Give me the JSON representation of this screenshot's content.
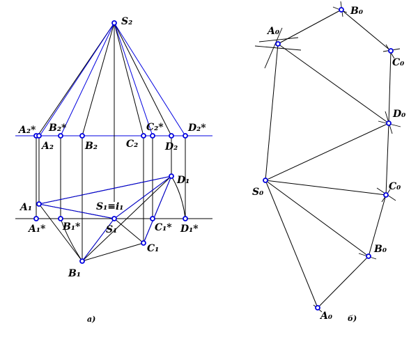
{
  "colors": {
    "line": "#000000",
    "accent": "#0000e0",
    "background": "#ffffff"
  },
  "left_figure": {
    "caption": "a)",
    "apex_label": "S₂",
    "upper_row": [
      "A₂*",
      "A₂",
      "B₂*",
      "B₂",
      "C₂",
      "C₂*",
      "D₂",
      "D₂*"
    ],
    "lower_labels": {
      "a1": "A₁",
      "d1": "D₁",
      "s1_eq": "S₁≡i₁",
      "a1s": "A₁*",
      "b1s": "B₁*",
      "s1": "S₁",
      "c1s": "C₁*",
      "d1s": "D₁*",
      "c1": "C₁",
      "b1": "B₁"
    }
  },
  "right_figure": {
    "caption": "б)",
    "labels": {
      "a0_top": "A₀",
      "b0_top": "B₀",
      "c0_top": "C₀",
      "d0": "D₀",
      "s0": "S₀",
      "c0_bottom": "C₀",
      "b0_bottom": "B₀",
      "a0_bottom": "A₀"
    }
  }
}
